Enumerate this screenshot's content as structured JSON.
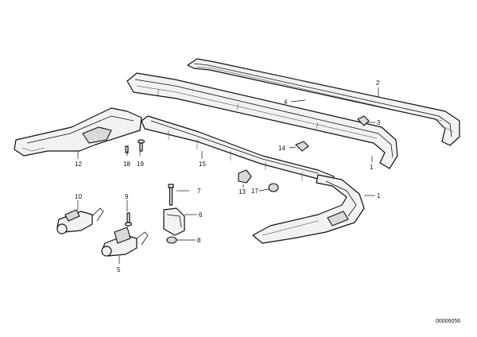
{
  "callouts": {
    "c2": "2",
    "c4": "4",
    "c3": "3",
    "c14": "14",
    "c1_top": "1",
    "c1_corner": "1",
    "c12": "12",
    "c18": "18",
    "c19": "19",
    "c15": "15",
    "c7": "7",
    "c13": "13",
    "c17": "17",
    "c10": "10",
    "c9": "9",
    "c6": "6",
    "c8": "8",
    "c5": "5"
  },
  "reference_number": "00006056"
}
